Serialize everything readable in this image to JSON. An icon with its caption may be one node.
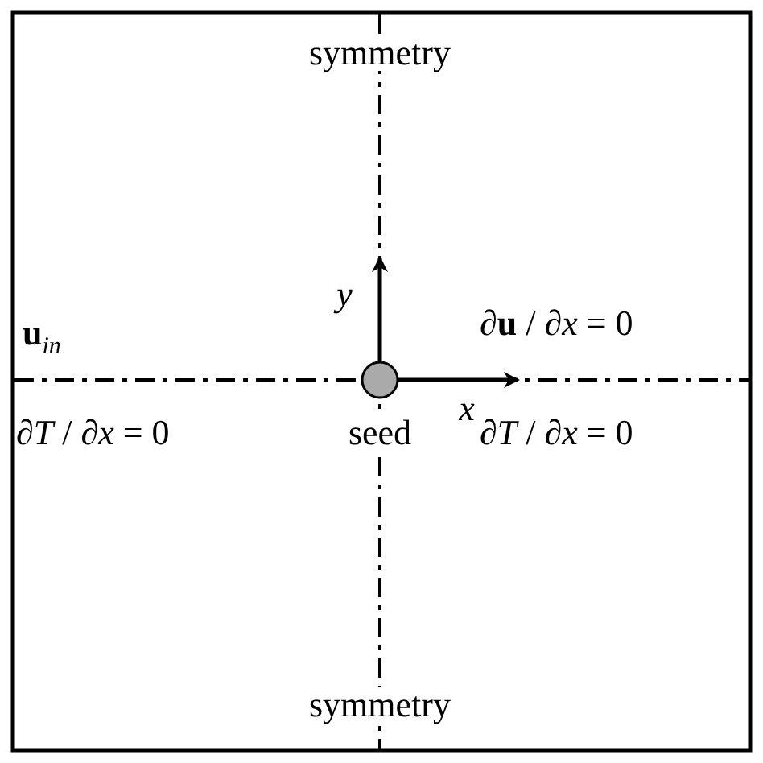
{
  "diagram": {
    "labels": [
      "symmetry",
      "**u**$_{in}$",
      "∂**u** / ∂*x* = 0",
      "*y*",
      "*x*",
      "∂*T* / ∂*x* = 0",
      "seed",
      "∂*T* / ∂*x* = 0",
      "symmetry"
    ]
  }
}
